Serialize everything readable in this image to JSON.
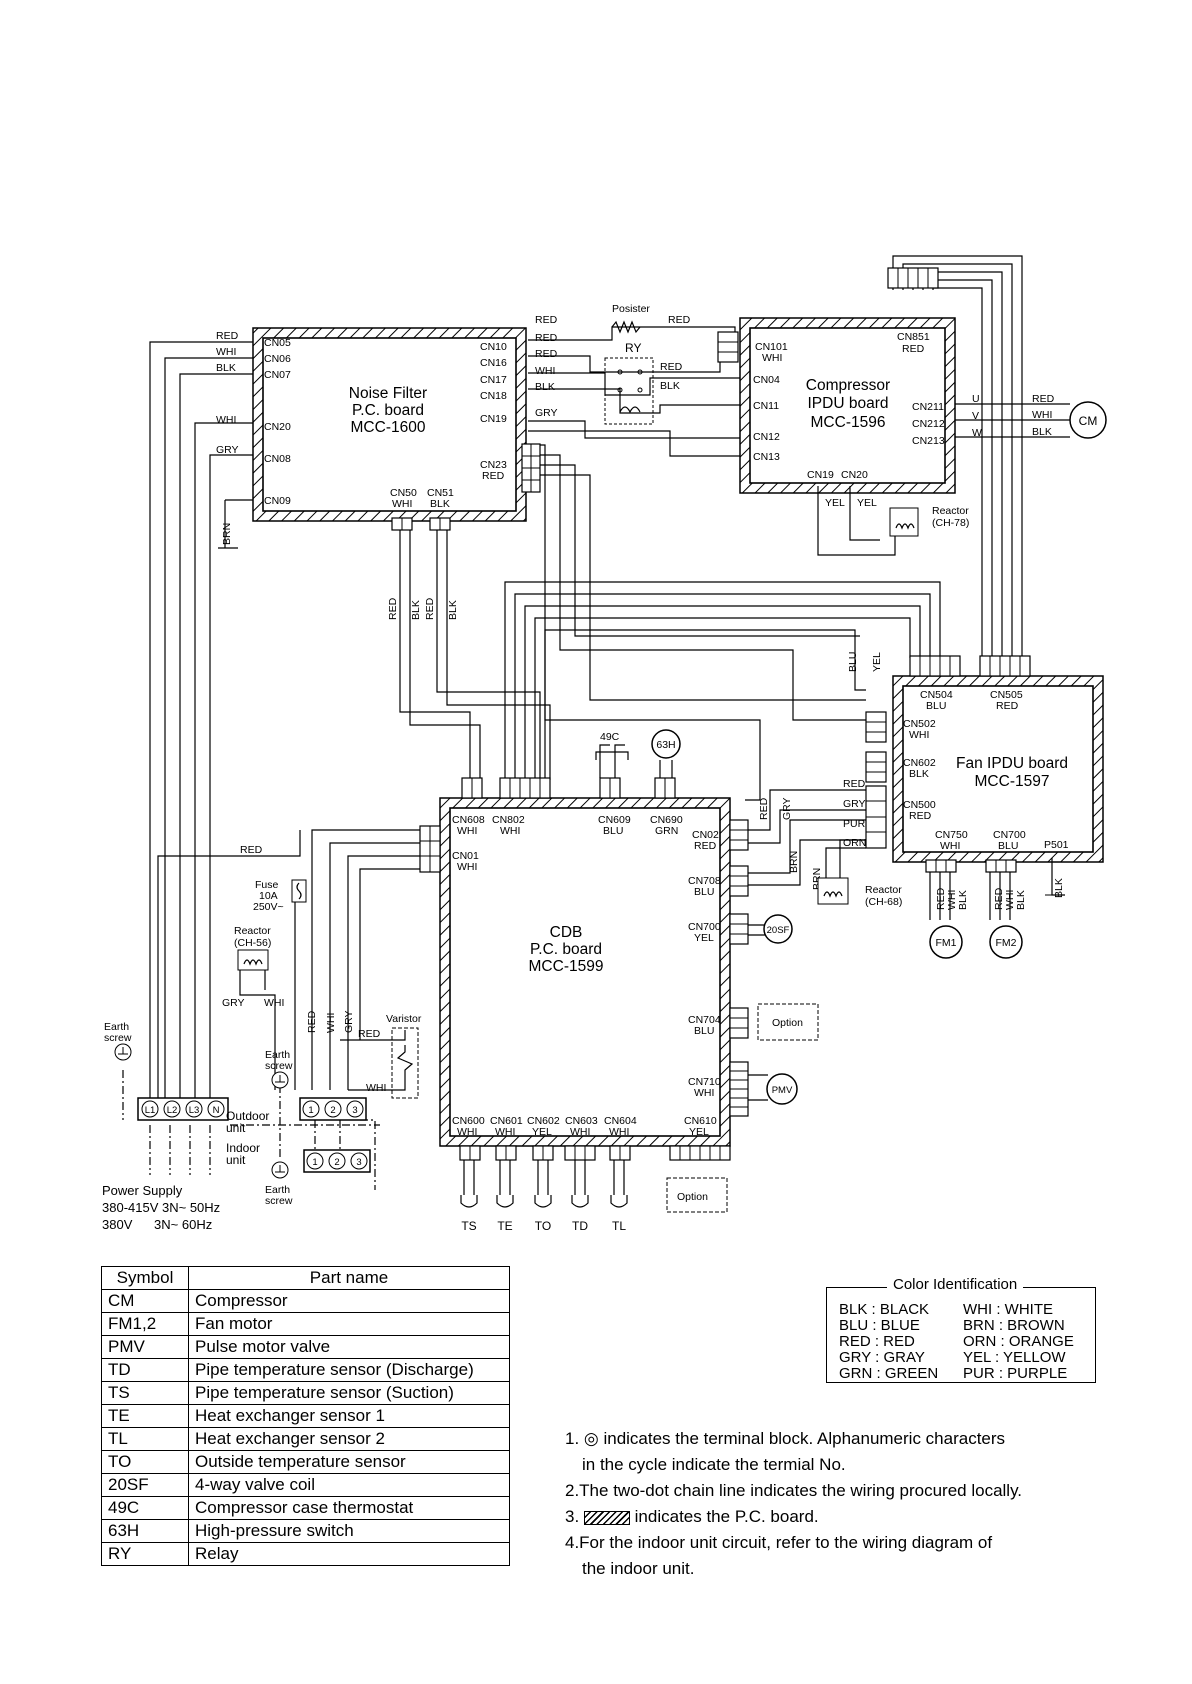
{
  "boards": {
    "noise_filter": {
      "line1": "Noise Filter",
      "line2": "P.C. board",
      "line3": "MCC-1600"
    },
    "compressor_ipdu": {
      "line1": "Compressor",
      "line2": "IPDU board",
      "line3": "MCC-1596"
    },
    "fan_ipdu": {
      "line1": "Fan IPDU board",
      "line2": "MCC-1597"
    },
    "cdb": {
      "line1": "CDB",
      "line2": "P.C. board",
      "line3": "MCC-1599"
    }
  },
  "labels": {
    "posister": "Posister",
    "ry": "RY",
    "reactor_ch78": "Reactor",
    "reactor_ch78_code": "(CH-78)",
    "reactor_ch68": "Reactor",
    "reactor_ch68_code": "(CH-68)",
    "reactor_ch56": "Reactor",
    "reactor_ch56_code": "(CH-56)",
    "fuse": "Fuse",
    "fuse_rating1": "10A",
    "fuse_rating2": "250V~",
    "varistor": "Varistor",
    "earth_screw": "Earth",
    "earth_screw2": "screw",
    "outdoor_unit1": "Outdoor",
    "outdoor_unit2": "unit",
    "indoor_unit1": "Indoor",
    "indoor_unit2": "unit",
    "power_supply": "Power Supply",
    "power_line1": "380-415V 3N~ 50Hz",
    "power_line2": "380V      3N~ 60Hz",
    "option": "Option",
    "cm": "CM",
    "fm1": "FM1",
    "fm2": "FM2",
    "pmv": "PMV",
    "sf20": "20SF",
    "h63": "63H",
    "c49": "49C",
    "u": "U",
    "v": "V",
    "w": "W",
    "p501": "P501"
  },
  "sensors": [
    "TS",
    "TE",
    "TO",
    "TD",
    "TL"
  ],
  "parts_table": {
    "headers": [
      "Symbol",
      "Part name"
    ],
    "rows": [
      [
        "CM",
        "Compressor"
      ],
      [
        "FM1,2",
        "Fan motor"
      ],
      [
        "PMV",
        "Pulse motor valve"
      ],
      [
        "TD",
        "Pipe temperature sensor (Discharge)"
      ],
      [
        "TS",
        "Pipe temperature sensor (Suction)"
      ],
      [
        "TE",
        "Heat exchanger sensor 1"
      ],
      [
        "TL",
        "Heat exchanger sensor 2"
      ],
      [
        "TO",
        "Outside temperature sensor"
      ],
      [
        "20SF",
        "4-way valve coil"
      ],
      [
        "49C",
        "Compressor case thermostat"
      ],
      [
        "63H",
        "High-pressure switch"
      ],
      [
        "RY",
        "Relay"
      ]
    ]
  },
  "color_identification": {
    "title": "Color Identification",
    "left": [
      "BLK  : BLACK",
      "BLU  : BLUE",
      "RED  : RED",
      "GRY  : GRAY",
      "GRN  : GREEN"
    ],
    "right": [
      "WHI   :  WHITE",
      "BRN   :  BROWN",
      "ORN  : ORANGE",
      "YEL   : YELLOW",
      "PUR  : PURPLE"
    ]
  },
  "notes": {
    "n1a": "1. ◎ indicates the terminal block. Alphanumeric characters",
    "n1b": "in the cycle indicate the termial No.",
    "n2": "2.The two-dot chain line indicates the wiring procured locally.",
    "n3a": "3.",
    "n3b": " indicates the P.C. board.",
    "n4a": "4.For the indoor unit circuit, refer to the wiring diagram of",
    "n4b": "the indoor unit."
  }
}
